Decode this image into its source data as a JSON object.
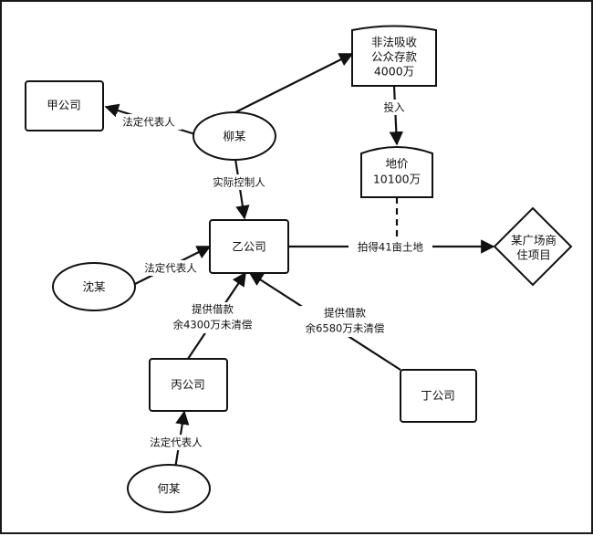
{
  "nodes": {
    "jia_company": "甲公司",
    "liu": "柳某",
    "illegal_deposits": [
      "非法吸收",
      "公众存款",
      "4000万"
    ],
    "land_price": [
      "地价",
      "10100万"
    ],
    "yi_company": "乙公司",
    "shen": "沈某",
    "plaza": [
      "某广场商",
      "住项目"
    ],
    "bing_company": "丙公司",
    "ding_company": "丁公司",
    "he": "何某"
  },
  "edges": {
    "liu_to_jia": "法定代表人",
    "liu_to_yi": "实际控制人",
    "deposits_to_land": "投入",
    "yi_to_plaza": "拍得41亩土地",
    "shen_to_yi": "法定代表人",
    "bing_to_yi": [
      "提供借款",
      "余4300万未清偿"
    ],
    "ding_to_yi": [
      "提供借款",
      "余6580万未清偿"
    ],
    "he_to_bing": "法定代表人"
  }
}
